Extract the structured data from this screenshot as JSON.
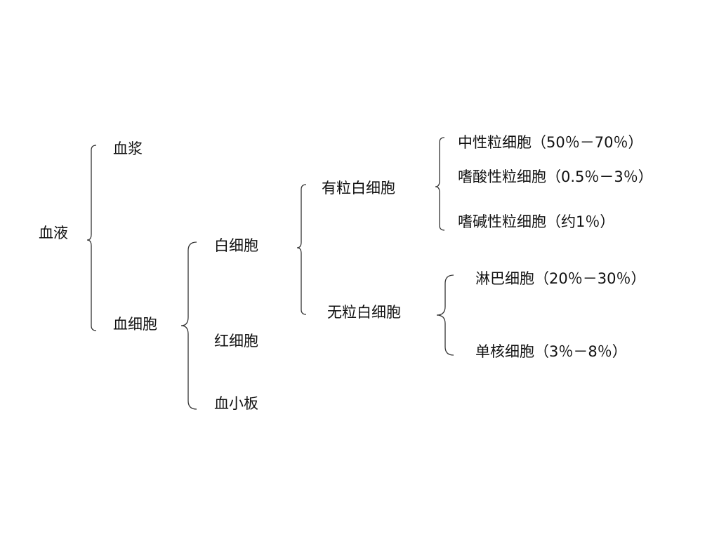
{
  "diagram": {
    "root": "血液",
    "plasma": "血浆",
    "blood_cells": "血细胞",
    "white_cells": "白细胞",
    "red_cells": "红细胞",
    "platelets": "血小板",
    "granulocytes": "有粒白细胞",
    "agranulocytes": "无粒白细胞",
    "neutrophil": "中性粒细胞（50％－70％）",
    "eosinophil": "嗜酸性粒细胞（0.5％－3％）",
    "basophil": "嗜碱性粒细胞（约1％）",
    "lymphocyte": "淋巴细胞（20％－30％）",
    "monocyte": "单核细胞（3％－8％）"
  },
  "colors": {
    "line": "#333333",
    "text": "#111111",
    "background": "#ffffff"
  }
}
